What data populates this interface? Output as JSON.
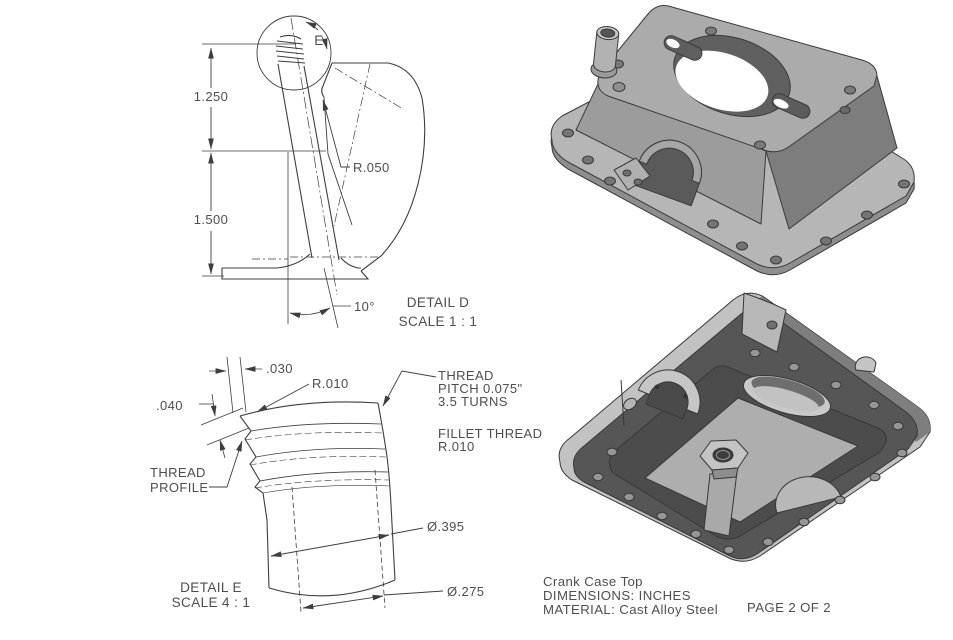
{
  "colors": {
    "line": "#3e3e3e",
    "text": "#4e4e4e",
    "metal_light": "#c4c4c4",
    "metal_mid": "#a6a6a6",
    "metal_dark": "#7d7d7d",
    "flange_dark": "#565656"
  },
  "detail_d": {
    "title": "DETAIL D",
    "scale_note": "SCALE 1 : 1",
    "detail_circle_label": "E",
    "dim_upper": "1.250",
    "dim_lower": "1.500",
    "fillet_radius": "R.050",
    "angle": "10°"
  },
  "detail_e": {
    "title": "DETAIL E",
    "scale_note": "SCALE 4 : 1",
    "crest_flat": ".030",
    "crest_radius": "R.010",
    "thread_depth": ".040",
    "thread_profile_line1": "THREAD",
    "thread_profile_line2": "PROFILE",
    "pitch_line1": "THREAD",
    "pitch_line2": "PITCH 0.075\"",
    "pitch_line3": "3.5 TURNS",
    "fillet_line1": "FILLET THREAD",
    "fillet_line2": "R.010",
    "major_diameter": "Ø.395",
    "minor_diameter": "Ø.275"
  },
  "title_block": {
    "part_name": "Crank Case Top",
    "units_note": "DIMENSIONS: INCHES",
    "material_note": "MATERIAL: Cast Alloy Steel",
    "page_note": "PAGE 2 OF 2"
  }
}
